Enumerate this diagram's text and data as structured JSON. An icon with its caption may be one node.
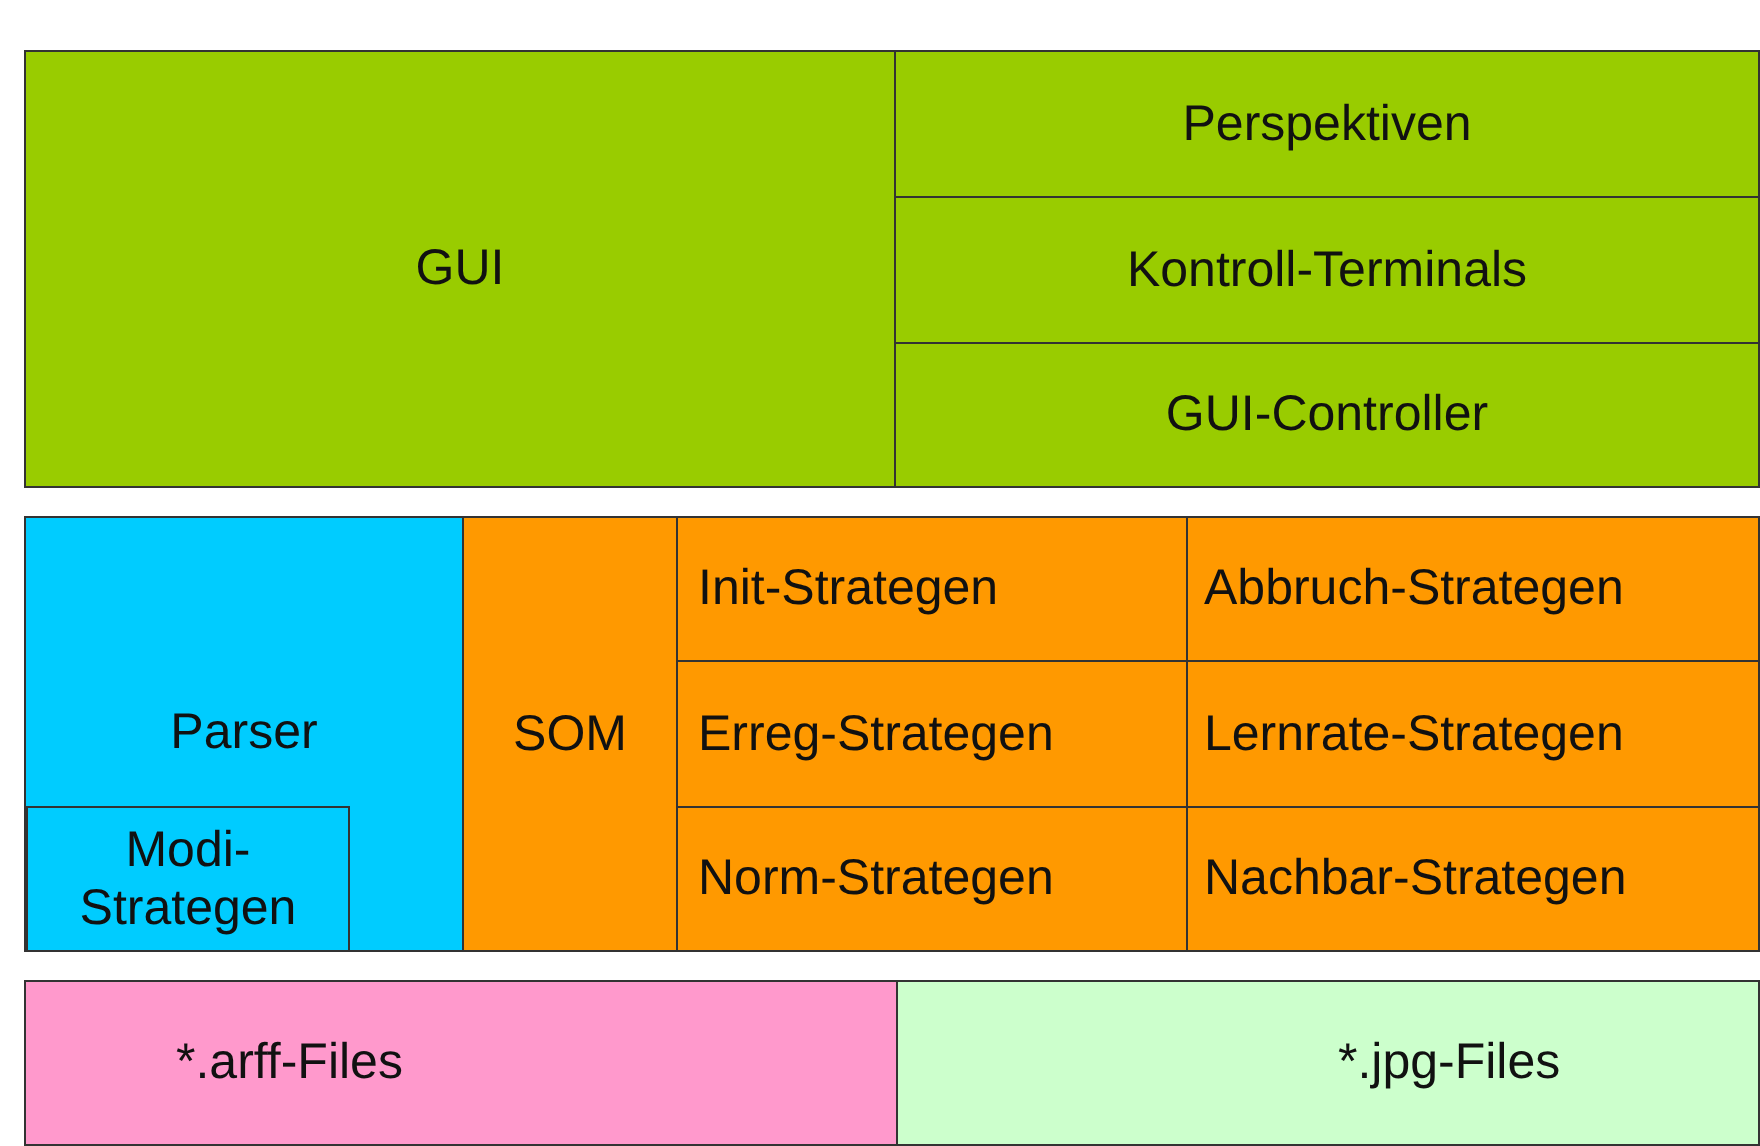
{
  "diagram": {
    "nodes": [
      {
        "text": [
          "GUI"
        ]
      },
      {
        "text": [
          "Perspektiven"
        ]
      },
      {
        "text": [
          "Kontroll-Terminals"
        ]
      },
      {
        "text": [
          "GUI-Controller"
        ]
      },
      {
        "text": [
          "Parser"
        ]
      },
      {
        "text": [
          "Modi-Strategen"
        ],
        "in": 4
      },
      {
        "text": [
          "SOM"
        ]
      },
      {
        "text": [
          "Init-Strategen"
        ]
      },
      {
        "text": [
          "Abbruch-Strategen"
        ]
      },
      {
        "text": [
          "Erreg-Strategen"
        ]
      },
      {
        "text": [
          "Lernrate-Strategen"
        ]
      },
      {
        "text": [
          "Norm-Strategen"
        ]
      },
      {
        "text": [
          "Nachbar-Strategen"
        ]
      },
      {
        "text": [
          "*.arff-Files"
        ]
      },
      {
        "text": [
          "*.jpg-Files"
        ]
      }
    ]
  }
}
